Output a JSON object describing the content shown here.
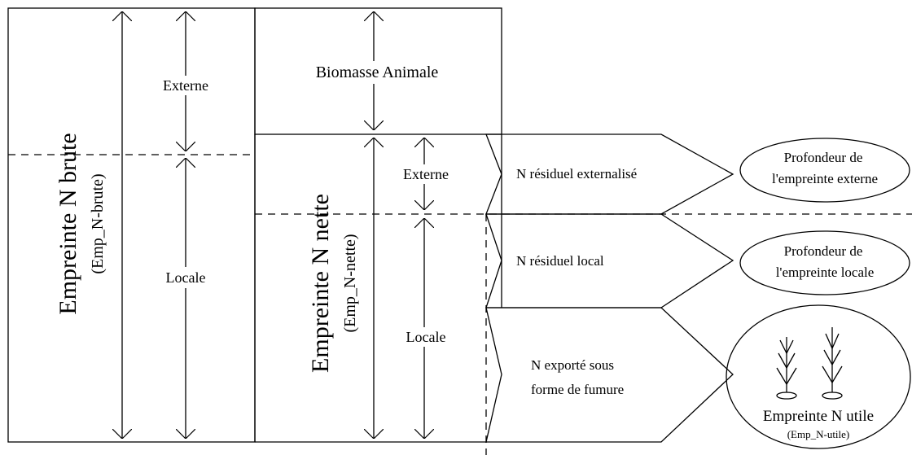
{
  "left_block": {
    "title": "Empreinte N brute",
    "abbrev": "(Emp_N-brute)",
    "externe_label": "Externe",
    "locale_label": "Locale"
  },
  "middle_block": {
    "biomass_label": "Biomasse Animale",
    "title": "Empreinte N nette",
    "abbrev": "(Emp_N-nette)",
    "externe_label": "Externe",
    "locale_label": "Locale"
  },
  "flows": {
    "externalised": "N résiduel externalisé",
    "local": "N résiduel local",
    "exported_line1": "N exporté sous",
    "exported_line2": "forme de fumure"
  },
  "ellipses": {
    "external_line1": "Profondeur de",
    "external_line2": "l'empreinte externe",
    "local_line1": "Profondeur de",
    "local_line2": "l'empreinte locale",
    "useful_title": "Empreinte  N utile",
    "useful_abbrev": "(Emp_N-utile)"
  }
}
